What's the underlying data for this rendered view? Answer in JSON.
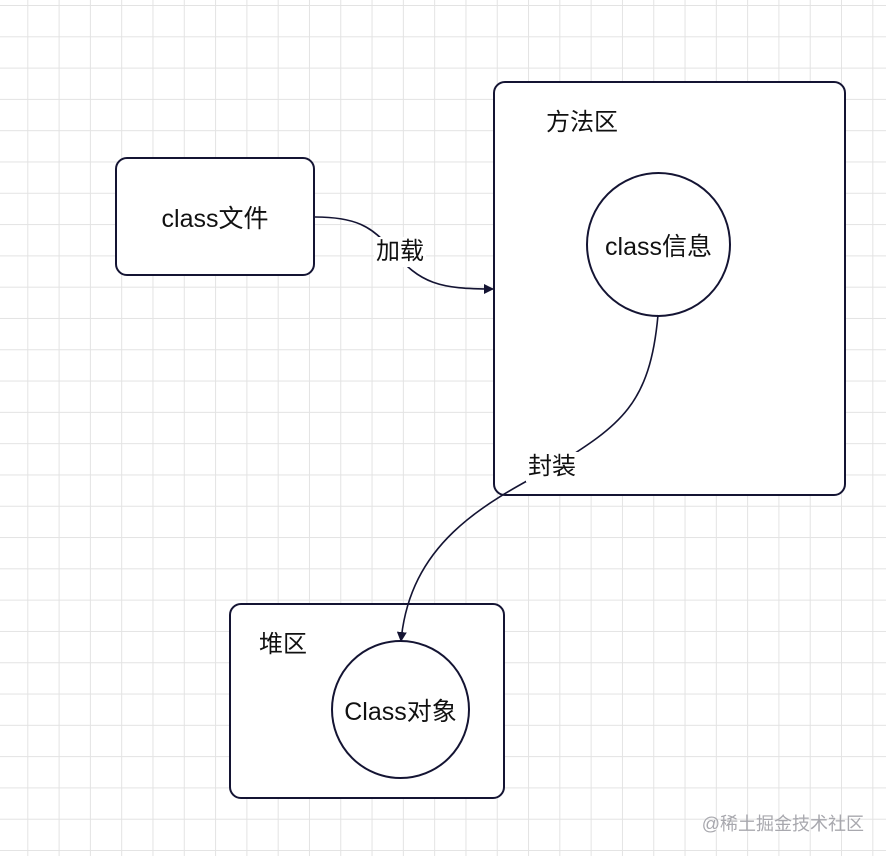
{
  "nodes": {
    "class_file": "class文件",
    "method_area": "方法区",
    "class_info": "class信息",
    "heap_area": "堆区",
    "class_object": "Class对象"
  },
  "edges": {
    "load": "加载",
    "wrap": "封装"
  },
  "watermark": "@稀土掘金技术社区",
  "colors": {
    "stroke": "#141433",
    "grid": "#e3e3e3",
    "watermark": "#a8a8ae"
  }
}
